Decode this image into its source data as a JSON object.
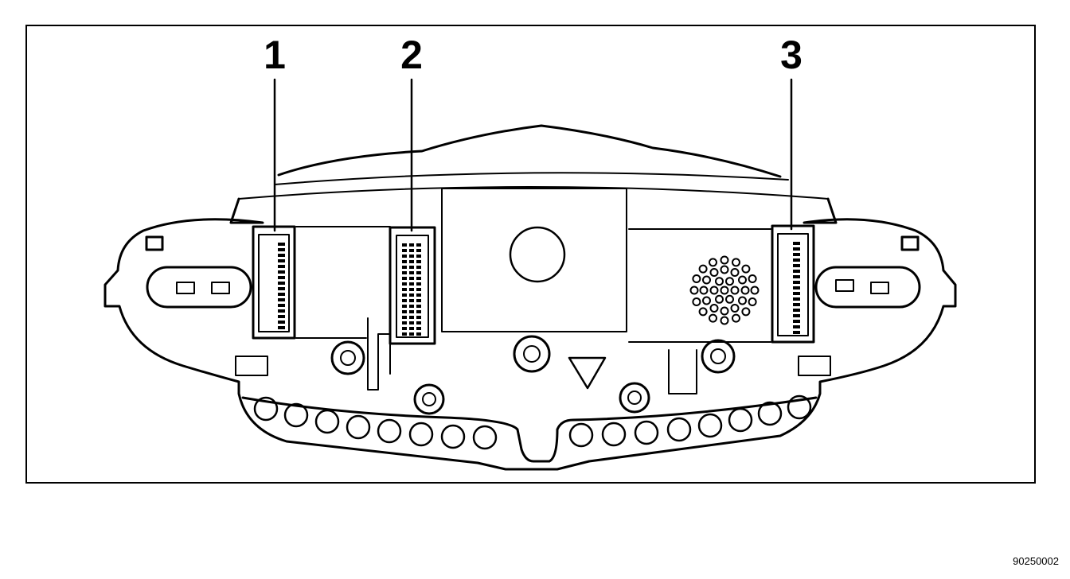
{
  "figure": {
    "reference_number": "90250002",
    "callouts": [
      {
        "label": "1",
        "part": "connector"
      },
      {
        "label": "2",
        "part": "connector"
      },
      {
        "label": "3",
        "part": "connector"
      }
    ]
  },
  "colors": {
    "line": "#000000",
    "background": "#ffffff"
  }
}
